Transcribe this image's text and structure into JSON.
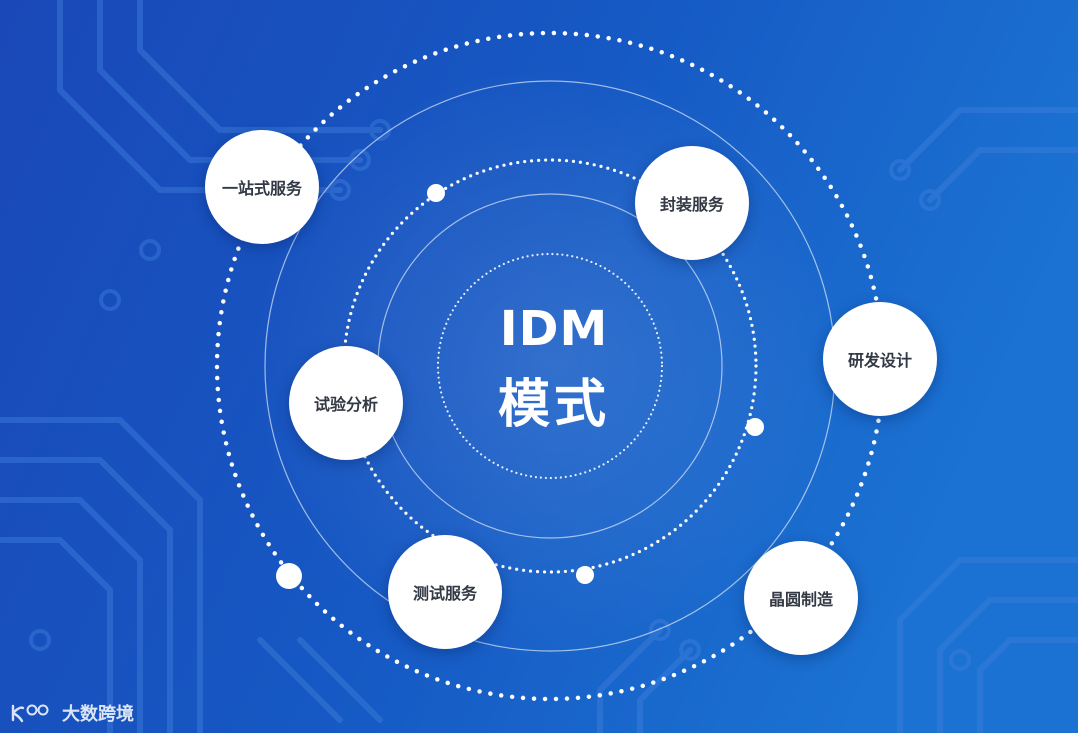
{
  "colors": {
    "bg_left": "#1a48b8",
    "bg_mid": "#1659c4",
    "bg_right": "#1b72d2",
    "circuit": "#3f7fdc",
    "ring": "#ffffff",
    "node_text": "#333a45"
  },
  "center": {
    "title": "IDM",
    "subtitle": "模式"
  },
  "nodes": [
    {
      "id": "one-stop",
      "label": "一站式服务"
    },
    {
      "id": "packaging",
      "label": "封装服务"
    },
    {
      "id": "rnd-design",
      "label": "研发设计"
    },
    {
      "id": "test-analysis",
      "label": "试验分析"
    },
    {
      "id": "testing-service",
      "label": "测试服务"
    },
    {
      "id": "wafer-manufacturing",
      "label": "晶圆制造"
    }
  ],
  "watermark": {
    "logo_icon": "kuajing-logo-icon",
    "text": "大数跨境"
  }
}
